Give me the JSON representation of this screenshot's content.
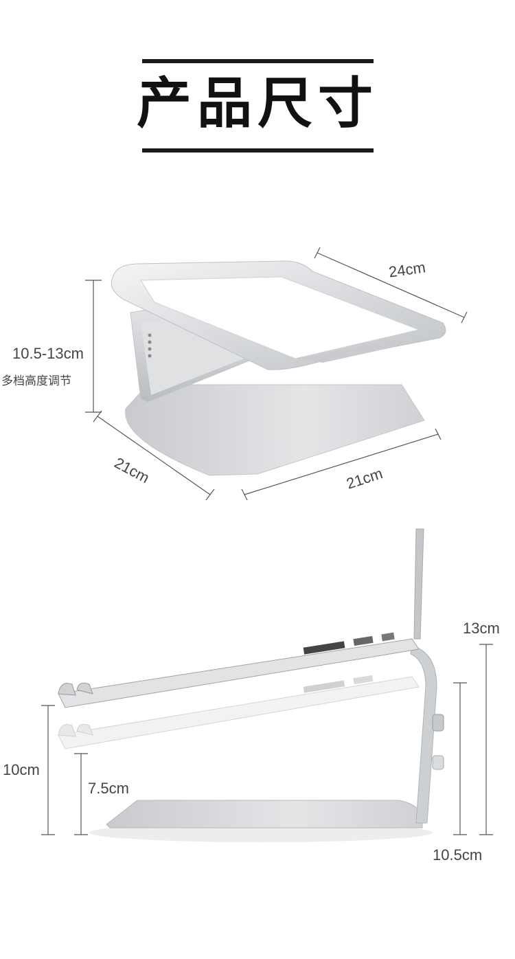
{
  "header": {
    "title": "产品尺寸"
  },
  "top_diagram": {
    "width_label": "24cm",
    "height_label": "10.5-13cm",
    "height_note": "多档高度调节",
    "depth_label": "21cm",
    "base_label": "21cm"
  },
  "side_diagram": {
    "max_height_label": "13cm",
    "min_height_label": "10.5cm",
    "front_high_label": "10cm",
    "front_low_label": "7.5cm"
  }
}
